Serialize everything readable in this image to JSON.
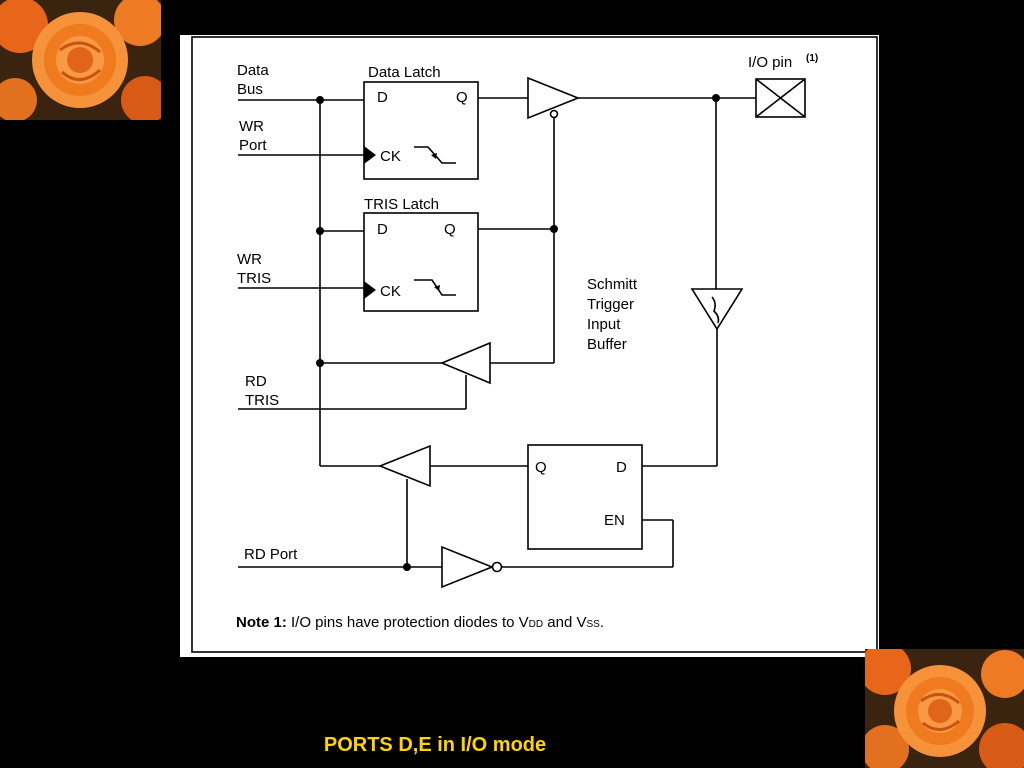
{
  "slide": {
    "caption": "PORTS D,E in I/O mode"
  },
  "diagram": {
    "signals": {
      "data_bus_line1": "Data",
      "data_bus_line2": "Bus",
      "wr_port_line1": "WR",
      "wr_port_line2": "Port",
      "wr_tris_line1": "WR",
      "wr_tris_line2": "TRIS",
      "rd_tris_line1": "RD",
      "rd_tris_line2": "TRIS",
      "rd_port": "RD Port"
    },
    "data_latch": {
      "title": "Data Latch",
      "d": "D",
      "q": "Q",
      "ck": "CK"
    },
    "tris_latch": {
      "title": "TRIS Latch",
      "d": "D",
      "q": "Q",
      "ck": "CK"
    },
    "input_latch": {
      "q": "Q",
      "d": "D",
      "en": "EN"
    },
    "io_pin": {
      "label": "I/O pin",
      "superscript": "(1)"
    },
    "schmitt": {
      "line1": "Schmitt",
      "line2": "Trigger",
      "line3": "Input",
      "line4": "Buffer"
    },
    "note": {
      "bold": "Note 1:",
      "text": " I/O pins have protection diodes to V",
      "vdd_sub": "DD",
      "mid": " and V",
      "vss_sub": "SS",
      "end": "."
    }
  },
  "colors": {
    "background": "#000000",
    "panel": "#ffffff",
    "caption": "#ffd400",
    "rose": "#f07a1e"
  }
}
